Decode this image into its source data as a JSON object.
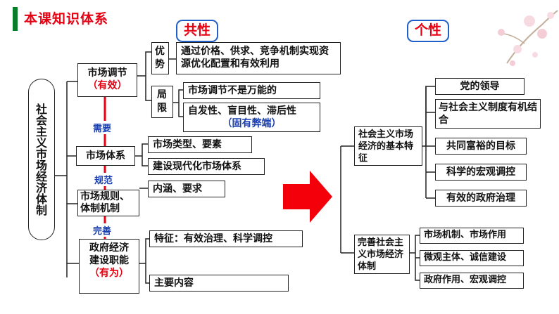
{
  "header": {
    "title": "本课知识体系"
  },
  "tags": {
    "common": "共性",
    "individual": "个性"
  },
  "root": {
    "label": "社会主义市场经济体制"
  },
  "nodes": {
    "market_regulation": {
      "label": "市场调节",
      "sub": "（有效）"
    },
    "market_system": {
      "label": "市场体系"
    },
    "market_rules": {
      "label": "市场规则、体制机制"
    },
    "gov_function": {
      "label": "政府经济建设职能",
      "sub": "（有为）"
    },
    "advantage": {
      "label": "优势"
    },
    "limitation": {
      "label": "局限"
    }
  },
  "leaves": {
    "advantage_text": "通过价格、供求、竞争机制实现资源优化配置和有效利用",
    "limit_1": "市场调节不是万能的",
    "limit_2": "自发性、盲目性、滞后性",
    "limit_2_sub": "（固有弊端）",
    "system_1": "市场类型、要素",
    "system_2": "建设现代化市场体系",
    "rules_1": "内涵、要求",
    "gov_1": "特征：有效治理、科学调控",
    "gov_2": "主要内容"
  },
  "connectors": {
    "need": "需要",
    "regulate": "规范",
    "improve": "完善"
  },
  "right": {
    "features": {
      "label": "社会主义市场经济的基本特征"
    },
    "features_items": [
      "党的领导",
      "与社会主义制度有机结合",
      "共同富裕的目标",
      "科学的宏观调控",
      "有效的政府治理"
    ],
    "improve": {
      "label": "完善社会主义市场经济体制"
    },
    "improve_items": [
      "市场机制、市场作用",
      "微观主体、诚信建设",
      "政府作用、宏观调控"
    ]
  },
  "colors": {
    "accent": "#e60012",
    "green": "#0a7d2a",
    "blue": "#1a3fb0",
    "tag_border": "#1e5fc9"
  }
}
